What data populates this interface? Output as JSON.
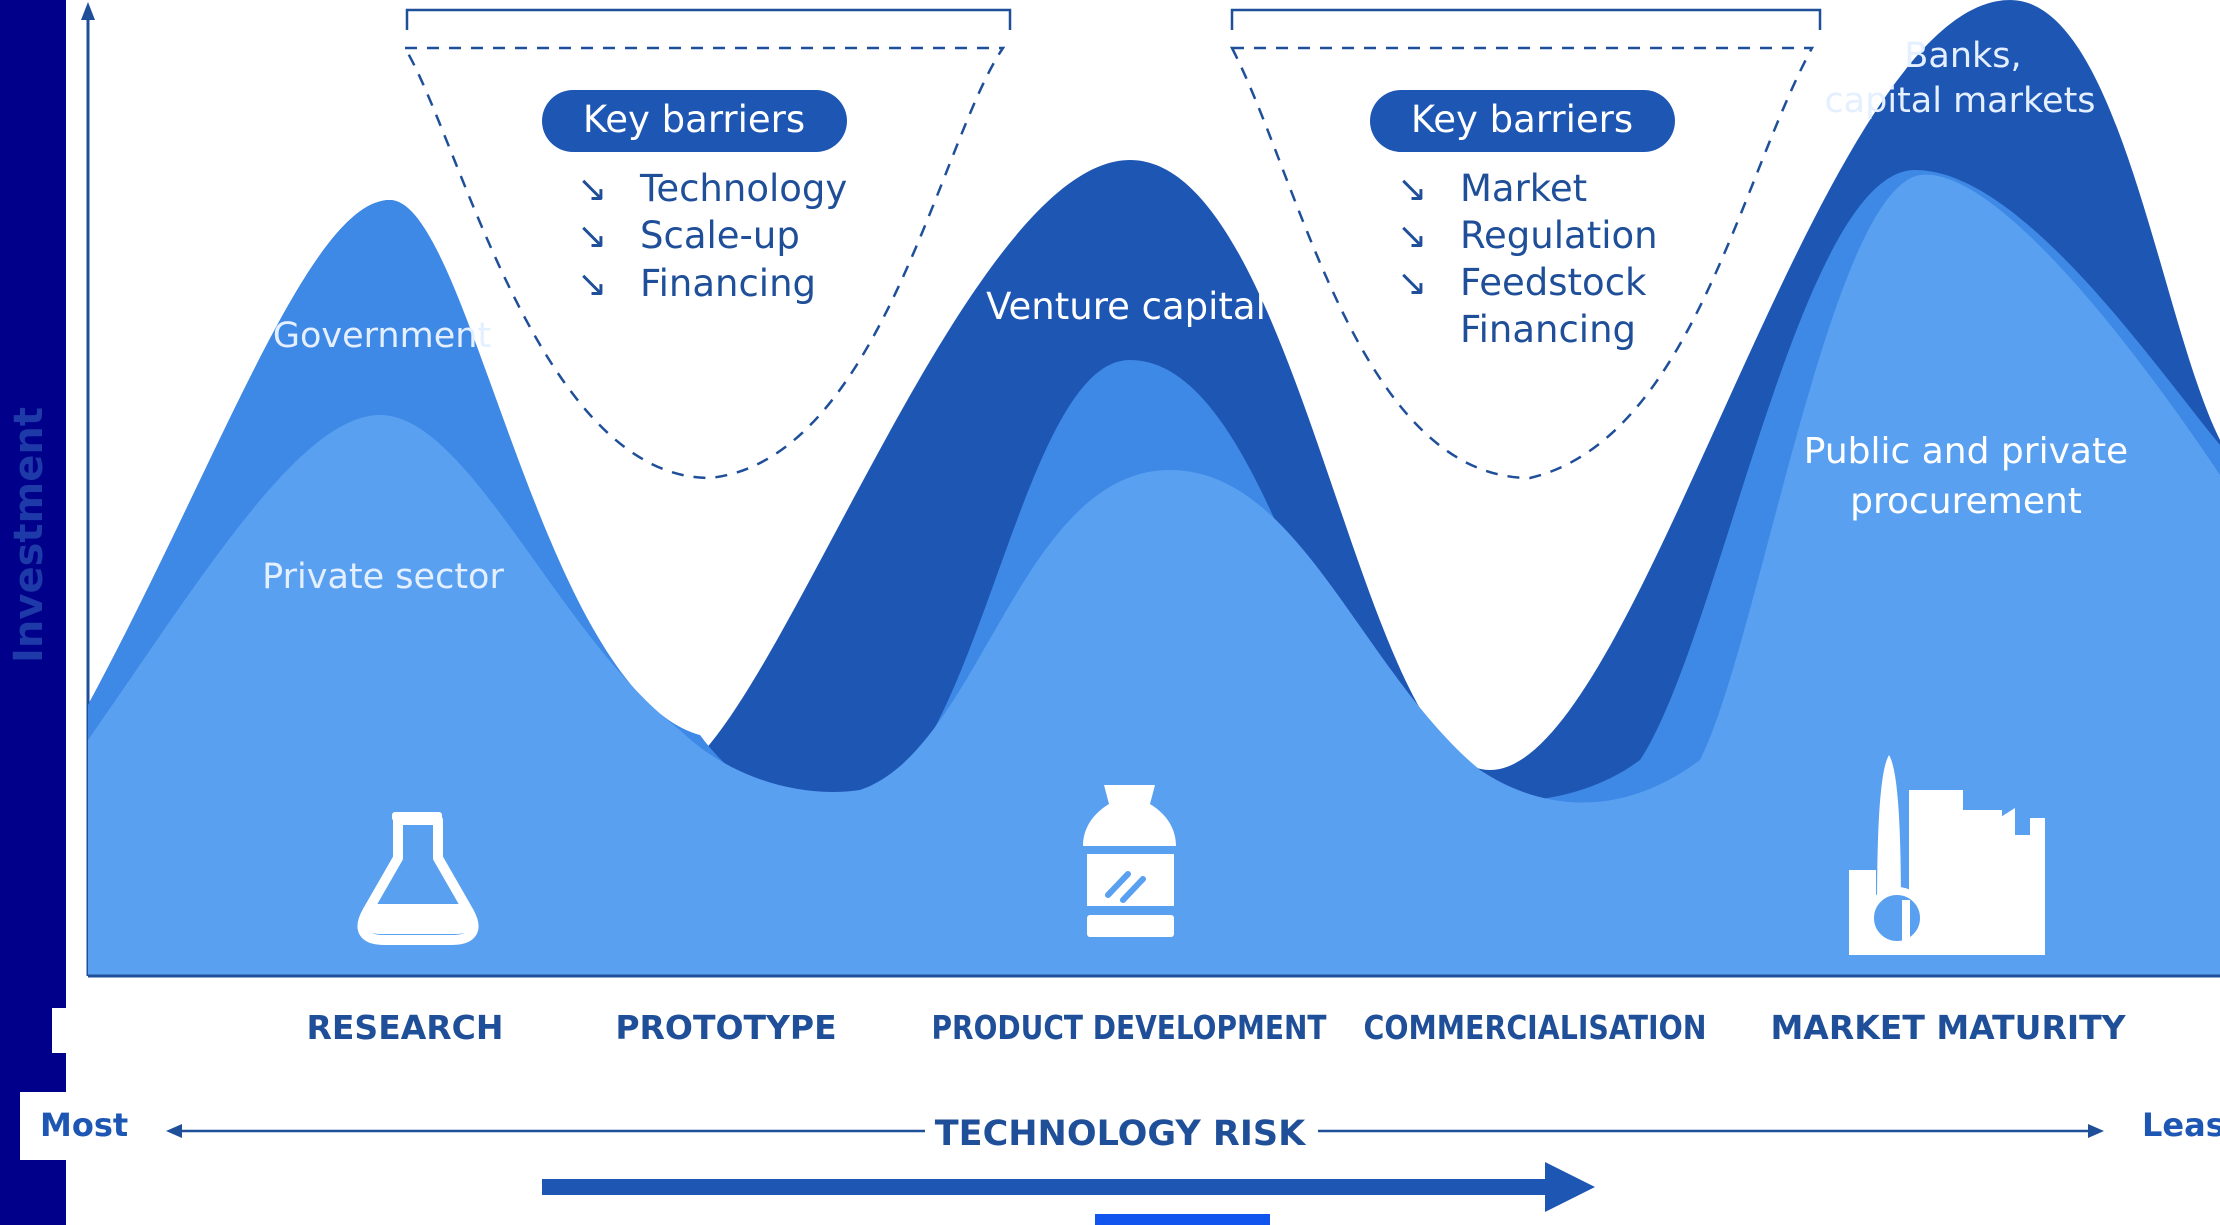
{
  "axis": {
    "y_label": "Investment"
  },
  "funding_sources": {
    "government": "Government",
    "private_sector": "Private sector",
    "venture_capital": "Venture capital",
    "banks_line1": "Banks,",
    "banks_line2": "capital markets",
    "procurement_line1": "Public and private",
    "procurement_line2": "procurement"
  },
  "barriers_left": {
    "title": "Key barriers",
    "items": [
      "Technology",
      "Scale-up",
      "Financing"
    ],
    "arrow_glyph": "↘"
  },
  "barriers_right": {
    "title": "Key barriers",
    "items": [
      "Market",
      "Regulation",
      "Feedstock",
      "Financing"
    ],
    "arrow_glyph": "↘"
  },
  "stages": [
    "RESEARCH",
    "PROTOTYPE",
    "PRODUCT DEVELOPMENT",
    "COMMERCIALISATION",
    "MARKET MATURITY"
  ],
  "risk": {
    "label": "TECHNOLOGY RISK",
    "most": "Most",
    "least": "Least"
  },
  "icons": [
    "flask-icon",
    "bottle-icon",
    "factory-icon"
  ],
  "colors": {
    "sidebar": "#00008b",
    "dark_band": "#1e56b4",
    "mid_band": "#3e89e6",
    "light_band": "#5aa0f1",
    "text_dark": "#1f4f99",
    "pill": "#1e56b4"
  }
}
